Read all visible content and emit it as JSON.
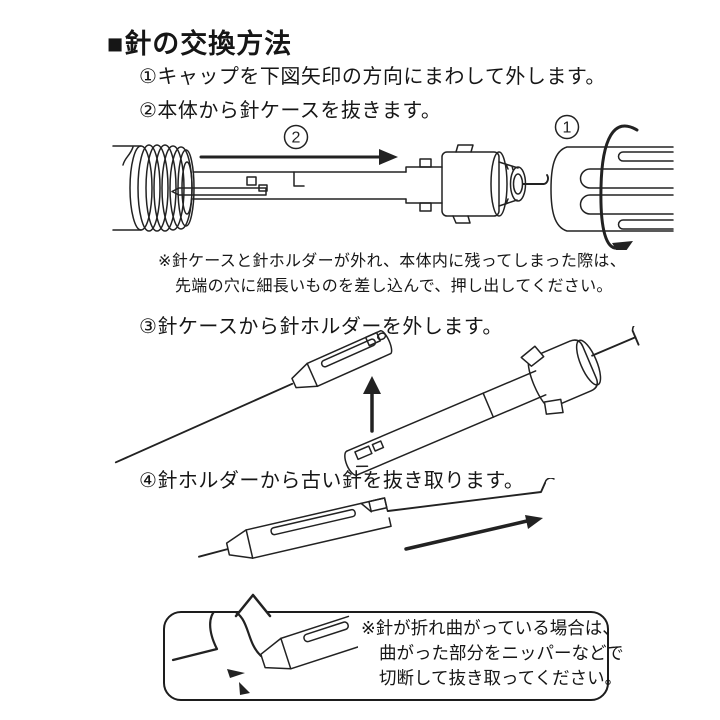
{
  "page": {
    "colors": {
      "ink": "#222222",
      "background": "#ffffff"
    }
  },
  "document": {
    "title": "■針の交換方法",
    "steps": {
      "step1": "①キャップを下図矢印の方向にまわして外します。",
      "step2": "②本体から針ケースを抜きます。",
      "step3": "③針ケースから針ホルダーを外します。",
      "step4": "④針ホルダーから古い針を抜き取ります。"
    },
    "note": {
      "line1": "※針ケースと針ホルダーが外れ、本体内に残ってしまった際は、",
      "line2": "先端の穴に細長いものを差し込んで、押し出してください。"
    },
    "callout": {
      "line1": "※針が折れ曲がっている場合は、",
      "line2": "曲がった部分をニッパーなどで",
      "line3": "切断して抜き取ってください。"
    },
    "figures": {
      "fig1_arrow_label": "2",
      "fig1_cap_label": "1"
    }
  }
}
